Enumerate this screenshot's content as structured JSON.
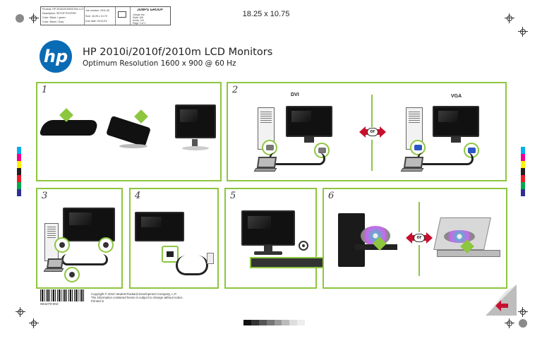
{
  "slug": {
    "rows": [
      "Product: HP 2010i/2010f/2010m LCD Monitors",
      "Description: SETUP POSTER",
      "Color: Black + green",
      "Color: Black / Gray"
    ],
    "mid_rows": [
      "Job number: 2011-00",
      "Size: 18.25 x 10.75",
      "Due date: 01/21/10"
    ],
    "logo": "JUMPS GROUP",
    "address": [
      "Jumps Inc.",
      "Suite 100",
      "Irvine, CA",
      "Page 1 of 1"
    ]
  },
  "dimensions": "18.25 x 10.75",
  "brand": {
    "logo_text": "hp",
    "color": "#0a6bb5"
  },
  "title": "HP 2010i/2010f/2010m LCD Monitors",
  "subtitle": "Optimum Resolution 1600 x 900 @ 60 Hz",
  "accent_color": "#8dc63f",
  "panels": [
    {
      "number": "1"
    },
    {
      "number": "2",
      "left_label": "DVI",
      "right_label": "VGA",
      "or_label": "or"
    },
    {
      "number": "3"
    },
    {
      "number": "4"
    },
    {
      "number": "5"
    },
    {
      "number": "6",
      "or_label": "or"
    }
  ],
  "part_number": "594279-002",
  "copyright": [
    "Copyright © 2010 Hewlett-Packard Development Company, L.P.",
    "The information contained herein is subject to change without notice.",
    "Printed in"
  ],
  "icons": [
    "registration-mark-icon",
    "hp-logo-icon",
    "or-arrow-icon",
    "barcode-icon",
    "page-peel-icon"
  ]
}
